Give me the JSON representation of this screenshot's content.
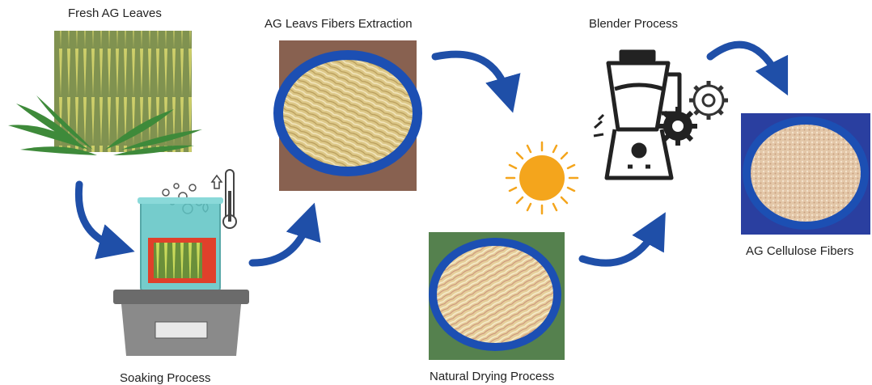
{
  "steps": {
    "fresh_leaves": "Fresh AG Leaves",
    "soaking": "Soaking Process",
    "extraction": "AG Leavs Fibers Extraction",
    "drying": "Natural Drying Process",
    "blender": "Blender Process",
    "cellulose": "AG Cellulose Fibers"
  },
  "colors": {
    "arrow": "#1f4fa8",
    "plate_blue": "#1c4fb3",
    "fiber": "#e8d49a",
    "sun": "#f4a51c",
    "glass": "#5ec4c4",
    "heater_red": "#e0402b"
  },
  "icons": [
    "arrow-icon",
    "sun-icon",
    "blender-icon",
    "gear-icon",
    "thermometer-icon",
    "bubbles-icon",
    "hotplate-icon"
  ]
}
